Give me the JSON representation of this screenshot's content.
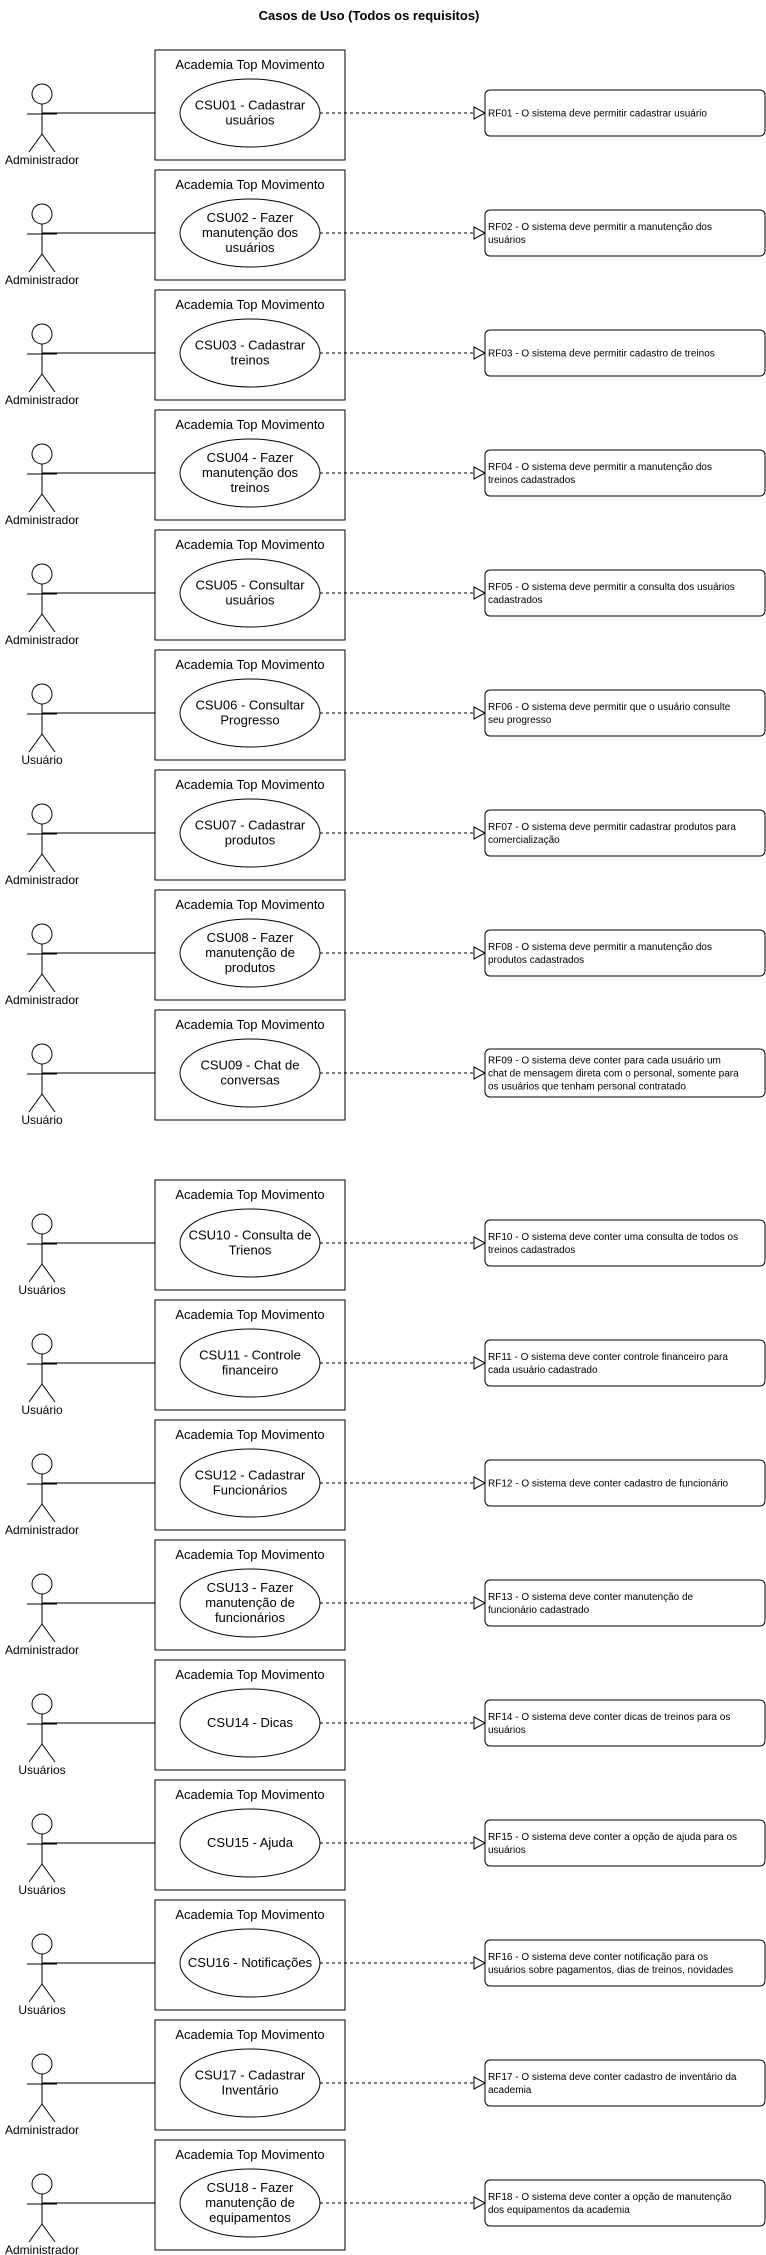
{
  "title": "Casos de Uso (Todos os requisitos)",
  "use_cases": [
    {
      "actor": "Administrador",
      "system": "Academia Top Movimento",
      "use_case": [
        "CSU01 - Cadastrar",
        "usuários"
      ],
      "requirement": [
        "RF01 - O sistema deve permitir cadastrar usuário"
      ]
    },
    {
      "actor": "Administrador",
      "system": "Academia Top Movimento",
      "use_case": [
        "CSU02 - Fazer",
        "manutenção dos",
        "usuários"
      ],
      "requirement": [
        "RF02 - O sistema deve permitir a manutenção dos",
        "usuários"
      ]
    },
    {
      "actor": "Administrador",
      "system": "Academia Top Movimento",
      "use_case": [
        "CSU03 - Cadastrar",
        "treinos"
      ],
      "requirement": [
        "RF03 - O sistema deve permitir cadastro de treinos"
      ]
    },
    {
      "actor": "Administrador",
      "system": "Academia Top Movimento",
      "use_case": [
        "CSU04 - Fazer",
        "manutenção dos",
        "treinos"
      ],
      "requirement": [
        "RF04 - O sistema deve permitir a manutenção dos",
        "treinos cadastrados"
      ]
    },
    {
      "actor": "Administrador",
      "system": "Academia Top Movimento",
      "use_case": [
        "CSU05 - Consultar",
        "usuários"
      ],
      "requirement": [
        "RF05 - O sistema deve permitir a consulta dos usuários",
        "cadastrados"
      ]
    },
    {
      "actor": "Usuário",
      "system": "Academia Top Movimento",
      "use_case": [
        "CSU06 - Consultar",
        "Progresso"
      ],
      "requirement": [
        "RF06 - O sistema deve permitir que o usuário consulte",
        "seu progresso"
      ]
    },
    {
      "actor": "Administrador",
      "system": "Academia Top Movimento",
      "use_case": [
        "CSU07 - Cadastrar",
        "produtos"
      ],
      "requirement": [
        "RF07 - O sistema deve permitir cadastrar produtos para",
        "comercialização"
      ]
    },
    {
      "actor": "Administrador",
      "system": "Academia Top Movimento",
      "use_case": [
        "CSU08 - Fazer",
        "manutenção de",
        "produtos"
      ],
      "requirement": [
        "RF08 - O sistema deve permitir a manutenção dos",
        "produtos cadastrados"
      ]
    },
    {
      "actor": "Usuário",
      "system": "Academia Top Movimento",
      "use_case": [
        "CSU09 - Chat de",
        "conversas"
      ],
      "requirement": [
        "RF09 - O sistema deve conter para cada usuário um",
        "chat de mensagem direta com o personal, somente para",
        "os usuários que tenham personal contratado"
      ]
    },
    {
      "actor": "Usuários",
      "system": "Academia Top Movimento",
      "use_case": [
        "CSU10 - Consulta de",
        "Trienos"
      ],
      "requirement": [
        "RF10 - O sistema deve conter uma consulta de todos os",
        "treinos cadastrados"
      ]
    },
    {
      "actor": "Usuário",
      "system": "Academia Top Movimento",
      "use_case": [
        "CSU11 - Controle",
        "financeiro"
      ],
      "requirement": [
        "RF11 - O sistema deve conter controle financeiro para",
        "cada usuário cadastrado"
      ]
    },
    {
      "actor": "Administrador",
      "system": "Academia Top Movimento",
      "use_case": [
        "CSU12 - Cadastrar",
        "Funcionários"
      ],
      "requirement": [
        "RF12 - O sistema deve conter cadastro de funcionário"
      ]
    },
    {
      "actor": "Administrador",
      "system": "Academia Top Movimento",
      "use_case": [
        "CSU13 - Fazer",
        "manutenção de",
        "funcionários"
      ],
      "requirement": [
        "RF13 - O sistema deve conter manutenção de",
        "funcionário cadastrado"
      ]
    },
    {
      "actor": "Usuários",
      "system": "Academia Top Movimento",
      "use_case": [
        "CSU14 - Dicas"
      ],
      "requirement": [
        "RF14 - O sistema deve conter dicas de treinos para os",
        "usuários"
      ]
    },
    {
      "actor": "Usuários",
      "system": "Academia Top Movimento",
      "use_case": [
        "CSU15 - Ajuda"
      ],
      "requirement": [
        "RF15 - O sistema deve conter a opção de ajuda para os",
        "usuários"
      ]
    },
    {
      "actor": "Usuários",
      "system": "Academia Top Movimento",
      "use_case": [
        "CSU16 - Notificações"
      ],
      "requirement": [
        "RF16 - O sistema deve conter notificação para os",
        "usuários sobre pagamentos, dias de treinos, novidades"
      ]
    },
    {
      "actor": "Administrador",
      "system": "Academia Top Movimento",
      "use_case": [
        "CSU17 - Cadastrar",
        "Inventário"
      ],
      "requirement": [
        "RF17 - O sistema deve conter cadastro de inventário da",
        "academia"
      ]
    },
    {
      "actor": "Administrador",
      "system": "Academia Top Movimento",
      "use_case": [
        "CSU18 - Fazer",
        "manutenção de",
        "equipamentos"
      ],
      "requirement": [
        "RF18 - O sistema deve conter a opção de manutenção",
        "dos equipamentos da academia"
      ]
    }
  ]
}
